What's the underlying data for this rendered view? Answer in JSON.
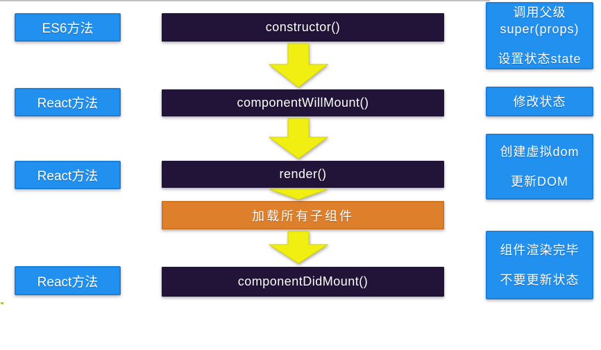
{
  "diagram": {
    "title_semantic": "React component lifecycle flow",
    "left_column": [
      {
        "label": "ES6方法"
      },
      {
        "label": "React方法"
      },
      {
        "label": "React方法"
      },
      {
        "label": "React方法"
      }
    ],
    "center_column": [
      {
        "label": "constructor()",
        "type": "dark"
      },
      {
        "label": "componentWillMount()",
        "type": "dark"
      },
      {
        "label": "render()",
        "type": "dark"
      },
      {
        "label": "加载所有子组件",
        "type": "orange"
      },
      {
        "label": "componentDidMount()",
        "type": "dark"
      }
    ],
    "right_column": [
      {
        "line1": "调用父级",
        "line2": "super(props)",
        "line3": "设置状态state"
      },
      {
        "line1": "修改状态"
      },
      {
        "line1": "创建虚拟dom",
        "line2": "更新DOM"
      },
      {
        "line1": "组件渲染完毕",
        "line2": "不要更新状态"
      }
    ],
    "arrows": [
      {
        "name": "constructor-to-componentWillMount",
        "direction": "down"
      },
      {
        "name": "componentWillMount-to-render",
        "direction": "down"
      },
      {
        "name": "render-to-children",
        "direction": "down"
      },
      {
        "name": "children-to-componentDidMount",
        "direction": "down"
      }
    ],
    "colors": {
      "blue_box": "#2190ee",
      "blue_border": "#1b7ed9",
      "dark_box": "#211438",
      "orange_box": "#dd7f2b",
      "arrow_yellow": "#f1ef12",
      "text": "#ffffff",
      "background": "#ffffff",
      "top_line": "#b7b7b7"
    }
  }
}
